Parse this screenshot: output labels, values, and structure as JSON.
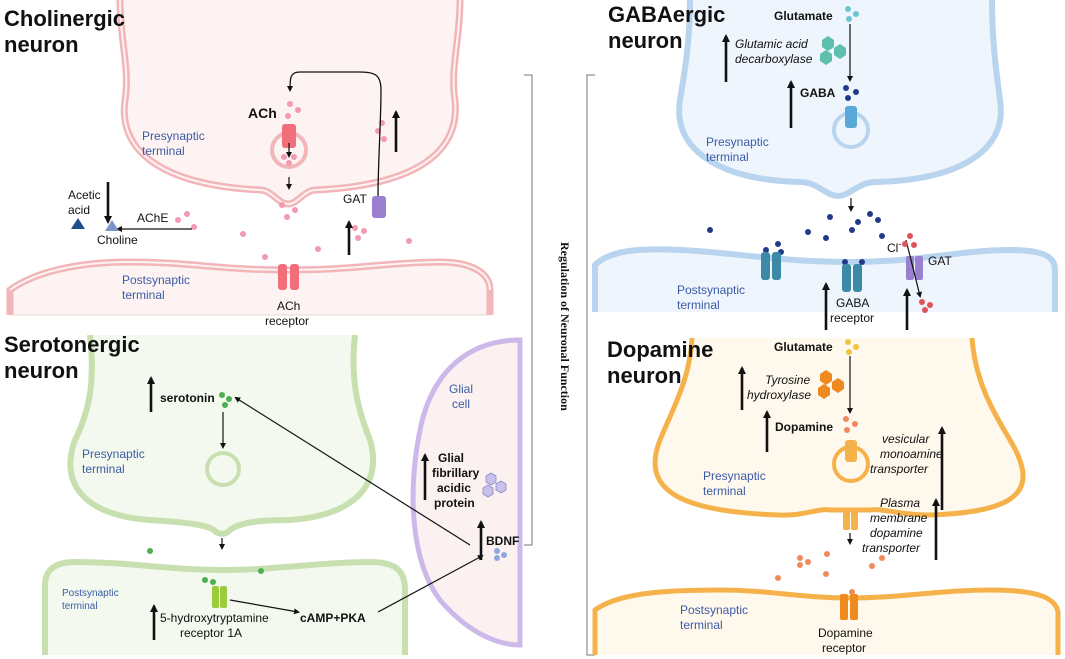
{
  "center_label": "Regulation of Neuronal Function",
  "cholinergic": {
    "title_line1": "Cholinergic",
    "title_line2": "neuron",
    "presynaptic_line1": "Presynaptic",
    "presynaptic_line2": "terminal",
    "postsynaptic_line1": "Postsynaptic",
    "postsynaptic_line2": "terminal",
    "ach": "ACh",
    "gat": "GAT",
    "ache": "AChE",
    "acetic_line1": "Acetic",
    "acetic_line2": "acid",
    "choline": "Choline",
    "receptor_line1": "ACh",
    "receptor_line2": "receptor",
    "colors": {
      "membrane": "#f2b5b8",
      "membrane_fill": "#fdf3f3",
      "vesicle": "#f29ab0"
    }
  },
  "gabaergic": {
    "title_line1": "GABAergic",
    "title_line2": "neuron",
    "glutamate": "Glutamate",
    "enzyme_line1": "Glutamic acid",
    "enzyme_line2": "decarboxylase",
    "gaba": "GABA",
    "presynaptic_line1": "Presynaptic",
    "presynaptic_line2": "terminal",
    "postsynaptic_line1": "Postsynaptic",
    "postsynaptic_line2": "terminal",
    "chloride": "Cl",
    "chloride_sup": "-",
    "gat": "GAT",
    "receptor_line1": "GABA",
    "receptor_line2": "receptor",
    "colors": {
      "membrane": "#b9d4ee",
      "membrane_fill": "#eef5fc",
      "dot": "#1f3b8a"
    }
  },
  "serotonergic": {
    "title_line1": "Serotonergic",
    "title_line2": "neuron",
    "serotonin": "serotonin",
    "presynaptic_line1": "Presynaptic",
    "presynaptic_line2": "terminal",
    "postsynaptic_line1": "Postsynaptic",
    "postsynaptic_line2": "terminal",
    "receptor_line1": "5-hydroxytryptamine",
    "receptor_line2": "receptor 1A",
    "camp": "cAMP+PKA",
    "bdnf": "BDNF",
    "glial_line1": "Glial",
    "glial_line2": "cell",
    "gfap_line1": "Glial",
    "gfap_line2": "fibrillary",
    "gfap_line3": "acidic",
    "gfap_line4": "protein",
    "colors": {
      "membrane": "#c8e0b0",
      "membrane_fill": "#f4f9ef",
      "dot": "#4caf50",
      "glial": "#cdb8ea",
      "glial_fill": "#fbf1f1"
    }
  },
  "dopamine": {
    "title_line1": "Dopamine",
    "title_line2": "neuron",
    "glutamate": "Glutamate",
    "enzyme_line1": "Tyrosine",
    "enzyme_line2": "hydroxylase",
    "dopamine": "Dopamine",
    "vmat_line1": "vesicular",
    "vmat_line2": "monoamine",
    "vmat_line3": "transporter",
    "dat_line1": "Plasma",
    "dat_line2": "membrane",
    "dat_line3": "dopamine",
    "dat_line4": "transporter",
    "presynaptic_line1": "Presynaptic",
    "presynaptic_line2": "terminal",
    "postsynaptic_line1": "Postsynaptic",
    "postsynaptic_line2": "terminal",
    "receptor_line1": "Dopamine",
    "receptor_line2": "receptor",
    "colors": {
      "membrane": "#f6b24a",
      "membrane_fill": "#fff8ec",
      "dot": "#f08a5d"
    }
  }
}
